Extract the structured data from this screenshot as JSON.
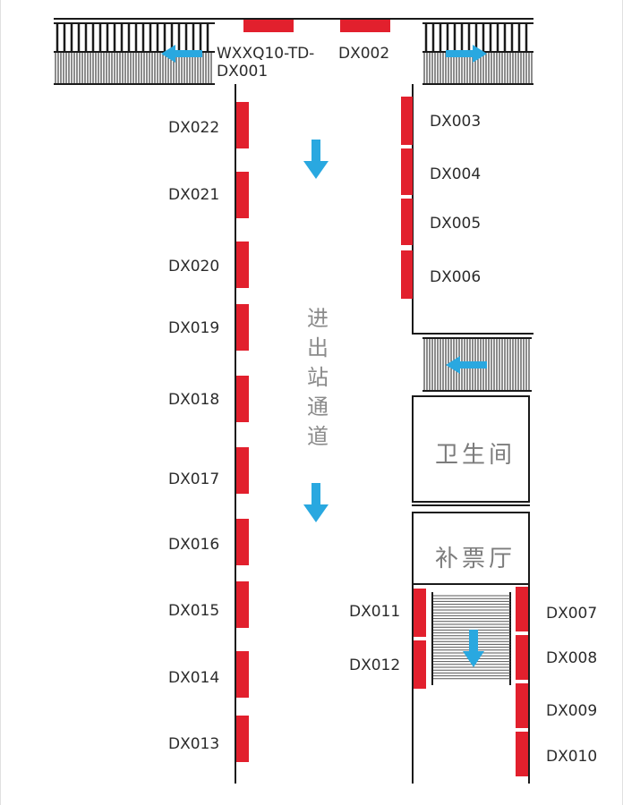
{
  "colors": {
    "ad_panel": "#e2202d",
    "arrow": "#29a8e0",
    "wall": "#1a1a1a",
    "room_text": "#7c7c7c"
  },
  "labels": {
    "dx001": "WXXQ10-TD-\nDX001",
    "dx002": "DX002",
    "dx003": "DX003",
    "dx004": "DX004",
    "dx005": "DX005",
    "dx006": "DX006",
    "dx007": "DX007",
    "dx008": "DX008",
    "dx009": "DX009",
    "dx010": "DX010",
    "dx011": "DX011",
    "dx012": "DX012",
    "dx013": "DX013",
    "dx014": "DX014",
    "dx015": "DX015",
    "dx016": "DX016",
    "dx017": "DX017",
    "dx018": "DX018",
    "dx019": "DX019",
    "dx020": "DX020",
    "dx021": "DX021",
    "dx022": "DX022"
  },
  "corridor_label": [
    "进",
    "出",
    "站",
    "通",
    "道"
  ],
  "rooms": {
    "restroom": "卫生间",
    "ticket_office": "补票厅"
  },
  "icons": {
    "arrow": "arrow-icon",
    "escalator": "escalator-icon",
    "stairs": "stairs-icon"
  }
}
